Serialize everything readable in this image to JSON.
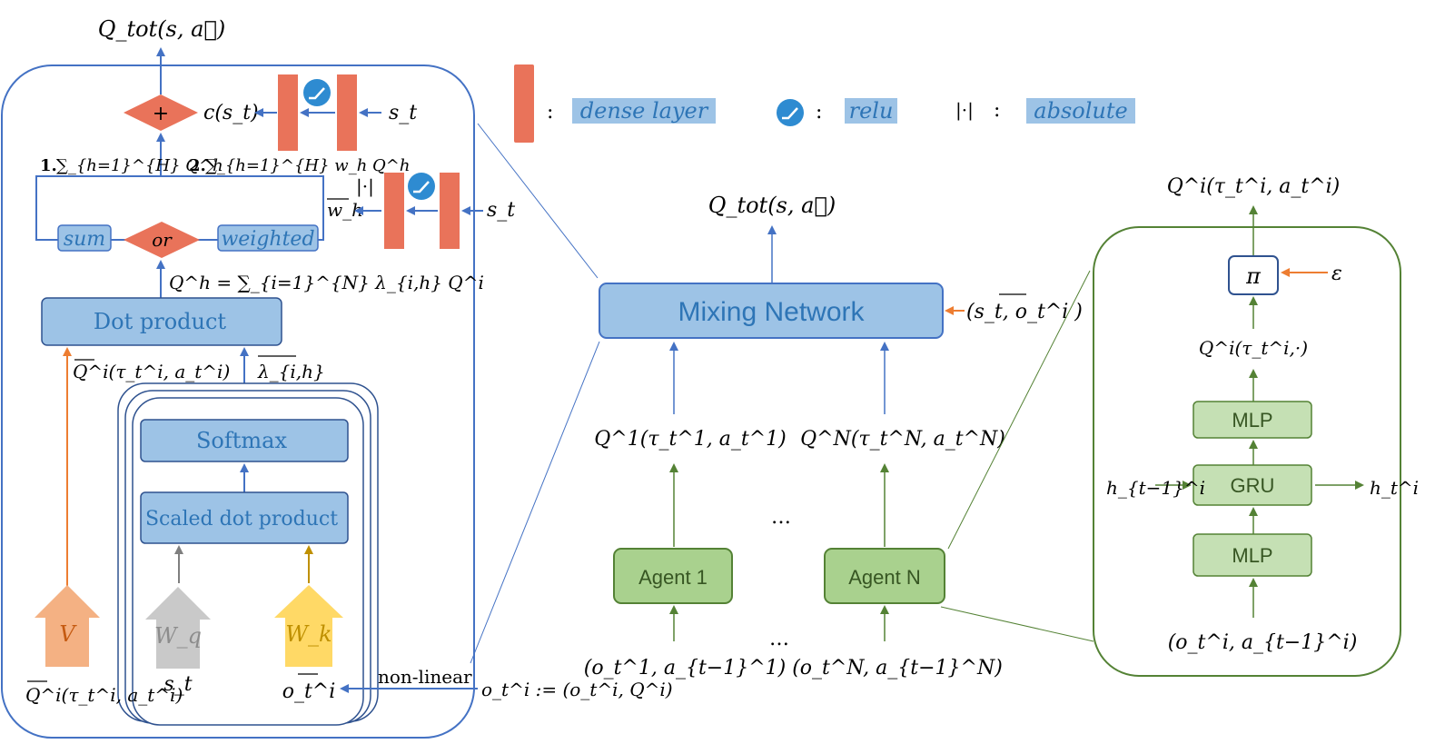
{
  "legend": {
    "dense_label": "dense layer",
    "relu_label": "relu",
    "abs_symbol": "|·|",
    "abs_label": "absolute",
    "colon": ":"
  },
  "mixer_detail": {
    "q_tot": "Q_tot(s, a⃗)",
    "plus": "+",
    "c_st": "c(s_t)",
    "s_t_top": "s_t",
    "s_t_mid": "s_t",
    "label_1_prefix": "1.",
    "label_1": "∑_{h=1}^{H} Q^h",
    "label_2_prefix": "2.",
    "label_2": "∑_{h=1}^{H} w_h Q^h",
    "abs_small": "|·|",
    "w_h": "w_h",
    "sum": "sum",
    "or": "or",
    "weighted": "weighted",
    "q_h_eq": "Q^h = ∑_{i=1}^{N} λ_{i,h} Q^i",
    "dot_product": "Dot product",
    "q_vec_label": "Q^i(τ_t^i, a_t^i)",
    "lambda_label": "λ_{i,h}",
    "softmax": "Softmax",
    "scaled_dot": "Scaled dot product",
    "V": "V",
    "Wq": "W_q",
    "Wk": "W_k",
    "bottom_q": "Q^i(τ_t^i, a_t^i)",
    "bottom_s": "s_t",
    "bottom_o": "o_t^i",
    "non_linear": "non-linear",
    "o_def": "o_t^i := (o_t^i, Q^i)"
  },
  "main": {
    "q_tot": "Q_tot(s, a⃗)",
    "mixing_network": "Mixing Network",
    "state_input": "(s_t, o_t^i )",
    "q1": "Q^1(τ_t^1, a_t^1)",
    "qN": "Q^N(τ_t^N, a_t^N)",
    "dots_mid": "…",
    "dots_bottom": "…",
    "agent1": "Agent 1",
    "agentN": "Agent N",
    "obs1": "(o_t^1, a_{t−1}^1)",
    "obsN": "(o_t^N, a_{t−1}^N)"
  },
  "agent_detail": {
    "q_out": "Q^i(τ_t^i, a_t^i)",
    "pi": "π",
    "epsilon": "ε",
    "q_all": "Q^i(τ_t^i,·)",
    "mlp_top": "MLP",
    "gru": "GRU",
    "mlp_bottom": "MLP",
    "h_prev": "h_{t−1}^i",
    "h_next": "h_t^i",
    "input": "(o_t^i, a_{t−1}^i)"
  },
  "colors": {
    "blue_stroke": "#4472c4",
    "blue_fill": "#9dc3e6",
    "blue_text": "#2e75b6",
    "green_stroke": "#548235",
    "green_fill": "#a9d18e",
    "orange": "#ed7d31",
    "salmon": "#e9735a",
    "relu_blue": "#2e8bd1"
  }
}
